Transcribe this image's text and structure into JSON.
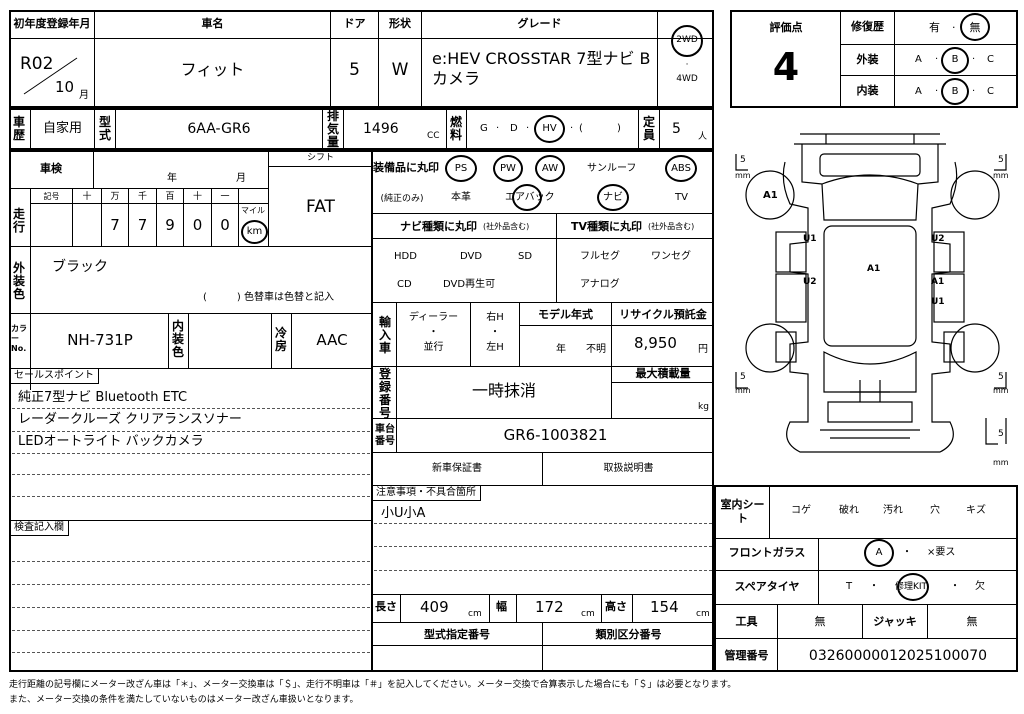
{
  "header": {
    "first_reg_label": "初年度登録年月",
    "first_reg_year": "R02",
    "first_reg_month": "10",
    "month_unit": "月",
    "car_name_label": "車名",
    "car_name": "フィット",
    "doors_label": "ドア",
    "doors": "5",
    "shape_label": "形状",
    "shape": "W",
    "grade_label": "グレード",
    "grade": "e:HEV CROSSTAR 7型ナビ Bカメラ",
    "drive_2wd": "2WD",
    "drive_4wd": "4WD"
  },
  "evaluation": {
    "score_label": "評価点",
    "score": "4",
    "repair_label": "修復歴",
    "repair_options": [
      "有",
      "無"
    ],
    "exterior_label": "外装",
    "interior_label": "内装",
    "grades": [
      "A",
      "B",
      "C"
    ]
  },
  "row2": {
    "history_label": "車歴",
    "history": "自家用",
    "model_label": "型式",
    "model": "6AA-GR6",
    "displacement_label": "排気量",
    "displacement": "1496",
    "cc": "CC",
    "fuel_label": "燃料",
    "fuel_options": [
      "G",
      "D",
      "HV",
      "(",
      ")"
    ],
    "capacity_label": "定員",
    "capacity": "5",
    "capacity_unit": "人"
  },
  "inspection": {
    "shaken_label": "車検",
    "year_unit": "年",
    "month_unit": "月",
    "shift_label": "シフト",
    "shift": "FAT",
    "mileage_label": "走行",
    "mileage_cols": [
      "記号",
      "十",
      "万",
      "千",
      "百",
      "十",
      "一"
    ],
    "mileage_digits": [
      "7",
      "7",
      "9",
      "0",
      "0"
    ],
    "mile": "マイル",
    "km": "km"
  },
  "exterior_color": {
    "label": "外装色",
    "value": "ブラック",
    "note": "(　　　) 色替車は色替と記入"
  },
  "color_row": {
    "color_no_label": "カラーNo.",
    "color_no": "NH-731P",
    "interior_color_label": "内装色",
    "cooler_label": "冷房",
    "cooler": "AAC"
  },
  "sales_points": {
    "label": "セールスポイント",
    "lines": [
      "純正7型ナビ  Bluetooth  ETC",
      "レーダークルーズ  クリアランスソナー",
      "LEDオートライト  バックカメラ"
    ]
  },
  "inspector": {
    "label": "検査記入欄"
  },
  "equipment": {
    "label": "装備品に丸印",
    "sub": "(純正のみ)",
    "top": [
      "PS",
      "PW",
      "AW",
      "サンルーフ",
      "ABS"
    ],
    "bottom": [
      "本革",
      "エアバック",
      "ナビ",
      "TV"
    ]
  },
  "navi": {
    "label": "ナビ種類に丸印",
    "sub": "(社外品含む)",
    "opts": [
      "HDD",
      "DVD",
      "SD",
      "CD",
      "DVD再生可"
    ]
  },
  "tv": {
    "label": "TV種類に丸印",
    "sub": "(社外品含む)",
    "opts": [
      "フルセグ",
      "ワンセグ",
      "アナログ"
    ]
  },
  "import": {
    "label": "輸入車",
    "dealer": "ディーラー",
    "parallel": "並行",
    "right": "右H",
    "left": "左H",
    "dot": "・"
  },
  "model_year": {
    "label": "モデル年式",
    "year": "年",
    "unknown": "不明"
  },
  "recycle": {
    "label": "リサイクル預託金",
    "value": "8,950",
    "unit": "円"
  },
  "registration": {
    "label": "登録番号",
    "value": "一時抹消",
    "max_load_label": "最大積載量",
    "kg": "kg"
  },
  "chassis": {
    "label": "車台番号",
    "value": "GR6-1003821"
  },
  "warranty": {
    "new": "新車保証書",
    "manual": "取扱説明書"
  },
  "notes": {
    "label": "注意事項・不具合箇所",
    "value": "小U小A"
  },
  "dimensions": {
    "length_label": "長さ",
    "length": "409",
    "width_label": "幅",
    "width": "172",
    "height_label": "高さ",
    "height": "154",
    "cm": "cm"
  },
  "designation": {
    "type_label": "型式指定番号",
    "class_label": "類別区分番号"
  },
  "interior_sheet": {
    "label": "室内シート",
    "opts": [
      "コゲ",
      "破れ",
      "汚れ",
      "穴",
      "キズ"
    ]
  },
  "windshield": {
    "label": "フロントガラス",
    "a": "A",
    "dot": "・",
    "replace": "×要ス"
  },
  "spare": {
    "label": "スペアタイヤ",
    "opts": [
      "T",
      "・",
      "修理KIT",
      "・",
      "欠"
    ]
  },
  "tools": {
    "label": "工具",
    "value": "無",
    "jack_label": "ジャッキ",
    "jack": "無"
  },
  "control": {
    "label": "管理番号",
    "value": "03260000012025100070"
  },
  "diagram": {
    "marks": [
      "A1",
      "U1",
      "U2",
      "A1",
      "U2",
      "A1",
      "U1",
      "U2"
    ],
    "depth": "5",
    "mm": "mm"
  },
  "footer": {
    "line1": "走行距離の記号欄にメーター改ざん車は「＊」、メーター交換車は「＄」、走行不明車は「＃」を記入してください。メーター交換で合算表示した場合にも「＄」は必要となります。",
    "line2": "また、メーター交換の条件を満たしていないものはメーター改ざん車扱いとなります。"
  }
}
